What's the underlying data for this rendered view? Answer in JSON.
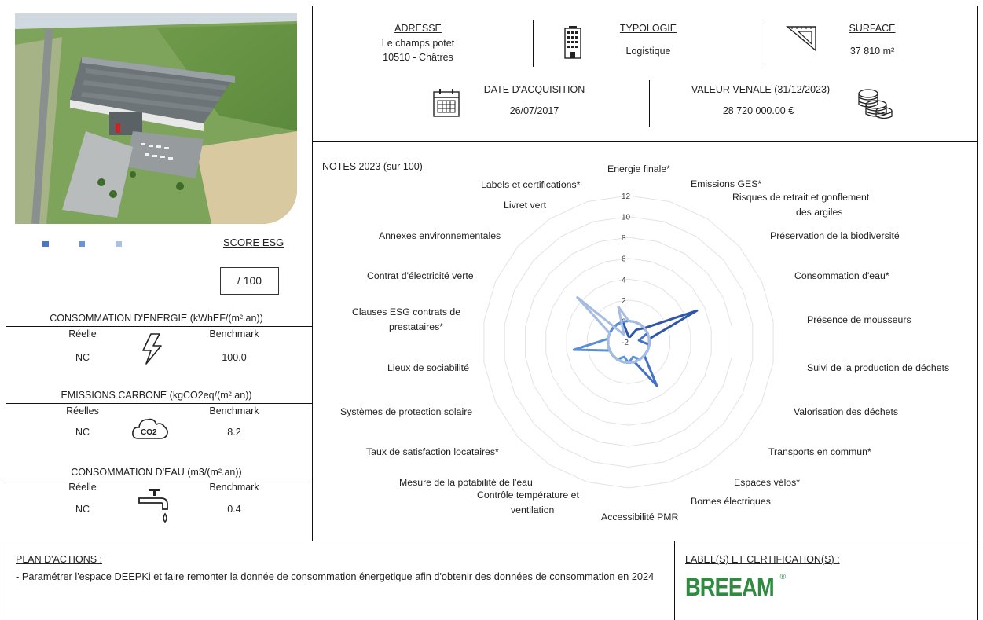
{
  "property": {
    "address_label": "ADRESSE",
    "address_line1": "Le champs potet",
    "address_line2": "10510 - Châtres",
    "typology_label": "TYPOLOGIE",
    "typology_value": "Logistique",
    "surface_label": "SURFACE",
    "surface_value": "37 810 m²",
    "acq_label": "DATE D'ACQUISITION",
    "acq_value": "26/07/2017",
    "value_label": "VALEUR VENALE (31/12/2023)",
    "value_value": "28 720 000.00 €"
  },
  "esg": {
    "score_label": "SCORE ESG",
    "score_value": "/ 100"
  },
  "energy": {
    "title": "CONSOMMATION D'ENERGIE (kWhEF/(m².an))",
    "col1": "Réelle",
    "col2": "Benchmark",
    "real": "NC",
    "bench": "100.0"
  },
  "carbon": {
    "title": "EMISSIONS CARBONE (kgCO2eq/(m².an))",
    "col1": "Réelles",
    "col2": "Benchmark",
    "real": "NC",
    "bench": "8.2"
  },
  "water": {
    "title": "CONSOMMATION D'EAU (m3/(m².an))",
    "col1": "Réelle",
    "col2": "Benchmark",
    "real": "NC",
    "bench": "0.4"
  },
  "notes_title": "NOTES 2023 (sur 100)",
  "radar_labels": [
    "Energie finale*",
    "Emissions GES*",
    "Risques de retrait et gonflement",
    "des argiles",
    "Préservation de la biodiversité",
    "Consommation d'eau*",
    "Présence de mousseurs",
    "Suivi de la production de déchets",
    "Valorisation des déchets",
    "Transports en commun*",
    "Espaces vélos*",
    "Bornes électriques",
    "Accessibilité PMR",
    "Contrôle température et",
    "ventilation",
    "Mesure de la potabilité de l'eau",
    "Taux de satisfaction locataires*",
    "Systèmes de protection solaire",
    "Lieux de sociabilité",
    "Clauses ESG contrats de",
    "prestataires*",
    "Contrat d'électricité verte",
    "Annexes environnementales",
    "Livret vert",
    "Labels et certifications*"
  ],
  "chart_data": {
    "type": "radar",
    "title": "NOTES 2023 (sur 100)",
    "rlim": [
      -2,
      12
    ],
    "ticks": [
      "12",
      "10",
      "8",
      "6",
      "4",
      "2",
      "0",
      "-2"
    ],
    "categories": [
      "Energie finale*",
      "Emissions GES*",
      "Risques de retrait et gonflement des argiles",
      "Préservation de la biodiversité",
      "Consommation d'eau*",
      "Présence de mousseurs",
      "Suivi de la production de déchets",
      "Valorisation des déchets",
      "Transports en commun*",
      "Espaces vélos*",
      "Bornes électriques",
      "Accessibilité PMR",
      "Contrôle température et ventilation",
      "Mesure de la potabilité de l'eau",
      "Taux de satisfaction locataires*",
      "Systèmes de protection solaire",
      "Lieux de sociabilité",
      "Clauses ESG contrats de prestataires*",
      "Contrat d'électricité verte",
      "Annexes environnementales",
      "Livret vert",
      "Labels et certifications*"
    ],
    "series": [
      {
        "values": [
          -1.5,
          -1.5,
          -0.6,
          0,
          5.2,
          0,
          0,
          0,
          0,
          0,
          0,
          0,
          0,
          0,
          0,
          0,
          0,
          0,
          0,
          0,
          0,
          0
        ],
        "color": "#2f57a8"
      },
      {
        "values": [
          0,
          0,
          0,
          0,
          0,
          -1,
          0,
          0,
          0,
          3,
          0,
          0,
          0,
          0,
          0,
          0,
          0,
          0,
          0,
          0,
          0,
          0
        ],
        "color": "#4472c4"
      },
      {
        "values": [
          0,
          0,
          0,
          0,
          0,
          0,
          0,
          0,
          0,
          0,
          -0.5,
          0,
          -0.5,
          0,
          0,
          0,
          3.3,
          0,
          0,
          0,
          0,
          0
        ],
        "color": "#5b8fd4"
      },
      {
        "values": [
          0,
          0,
          0,
          0,
          0,
          0,
          0,
          0,
          0,
          0,
          0,
          0,
          0,
          0,
          0,
          0,
          0,
          0,
          0,
          4.5,
          -1.2,
          1.5
        ],
        "color": "#a6bde3"
      }
    ]
  },
  "plan": {
    "title": "PLAN D'ACTIONS :",
    "text": "- Paramétrer l'espace DEEPKi et faire remonter la donnée de consommation énergetique afin d'obtenir des données de consommation en 2024"
  },
  "labels": {
    "title": "LABEL(S) ET CERTIFICATION(S) :",
    "breeam": "BREEAM",
    "breeam_mark": "®"
  },
  "colors": {
    "breeam_green": "#2e8b3f",
    "dot_dark": "#4a77c0",
    "dot_mid": "#6a95d0",
    "dot_light": "#a9c1e4"
  }
}
